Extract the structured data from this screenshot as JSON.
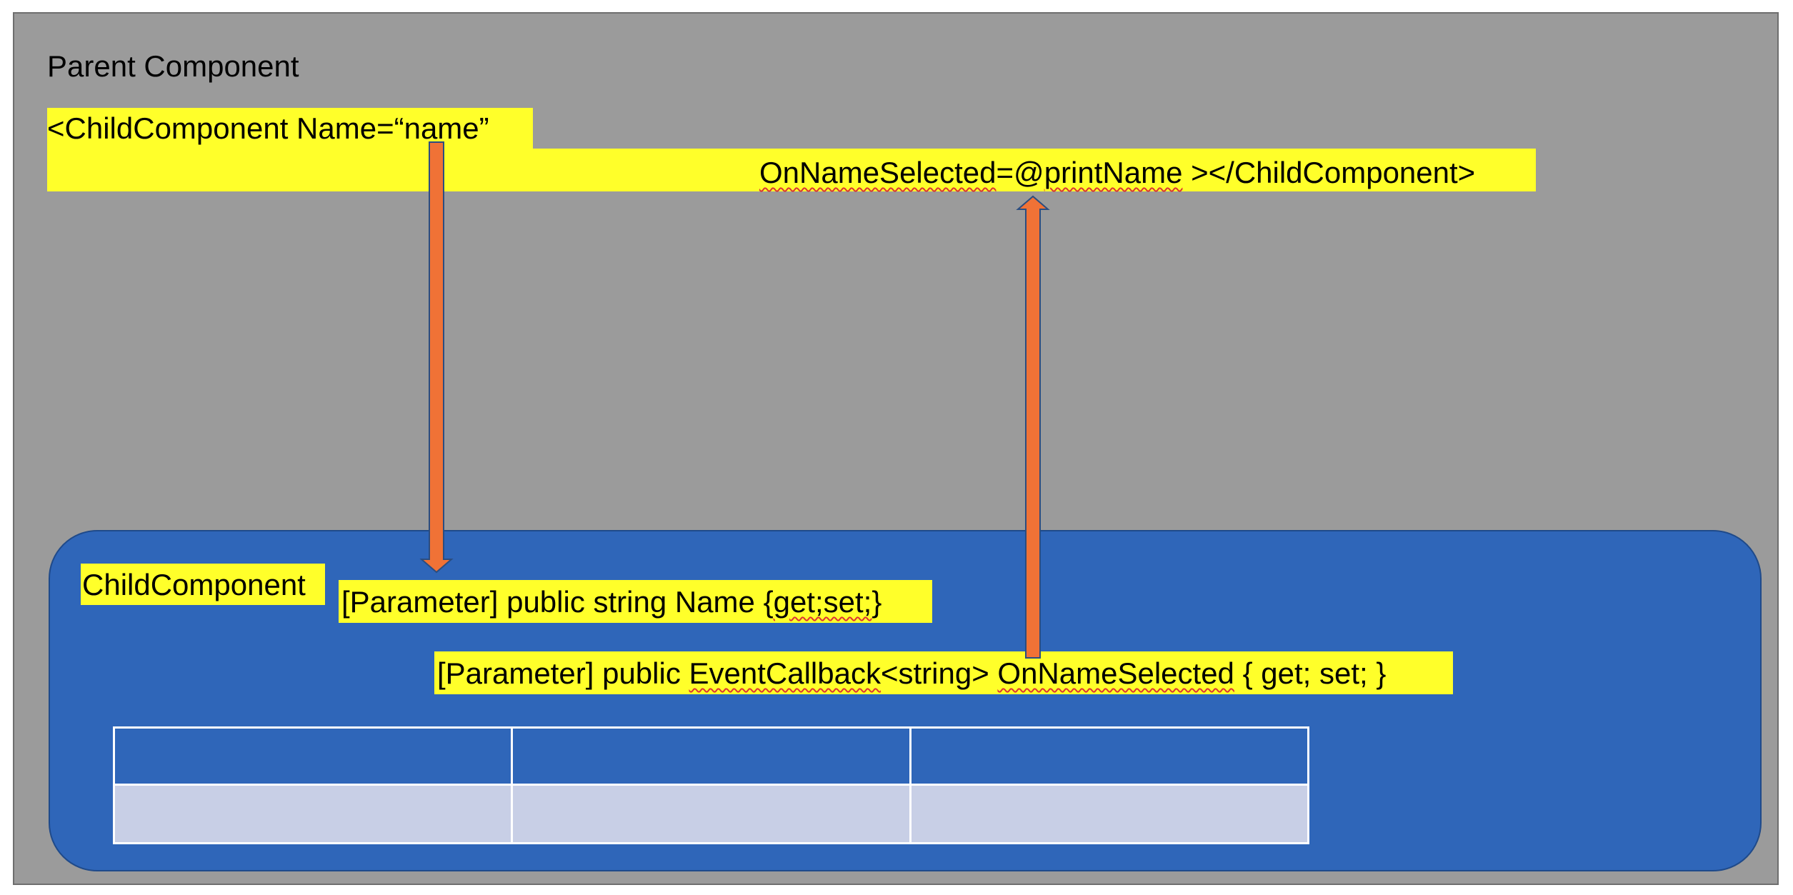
{
  "parent": {
    "title": "Parent Component",
    "code_line_1": "<ChildComponent Name=“name”",
    "code_line_2_parts": {
      "prop": "OnNameSelected",
      "eq": "=@",
      "handler": "printName",
      "tail": " ></ChildComponent>"
    }
  },
  "child": {
    "title": "ChildComponent",
    "param_name_parts": {
      "prefix": "[Parameter] public string Name {",
      "accessors": "get;set;",
      "suffix": "}"
    },
    "param_callback_parts": {
      "prefix": "[Parameter] public ",
      "type": "EventCallback",
      "generic": "<string> ",
      "prop": "OnNameSelected",
      "suffix": " { get; set; }"
    },
    "table": {
      "columns": 3,
      "rows": 2
    }
  },
  "colors": {
    "parent_background": "#9b9b9b",
    "child_background": "#2f66b9",
    "highlight": "#ffff2a",
    "arrow_fill": "#f07236",
    "arrow_stroke": "#2b4d80",
    "table_body": "#c8cfe6"
  },
  "arrows": [
    {
      "name": "name-down-arrow",
      "direction": "down",
      "from": "parent.code_line_1",
      "to": "child.param_name"
    },
    {
      "name": "callback-up-arrow",
      "direction": "up",
      "from": "child.param_callback",
      "to": "parent.code_line_2"
    }
  ]
}
